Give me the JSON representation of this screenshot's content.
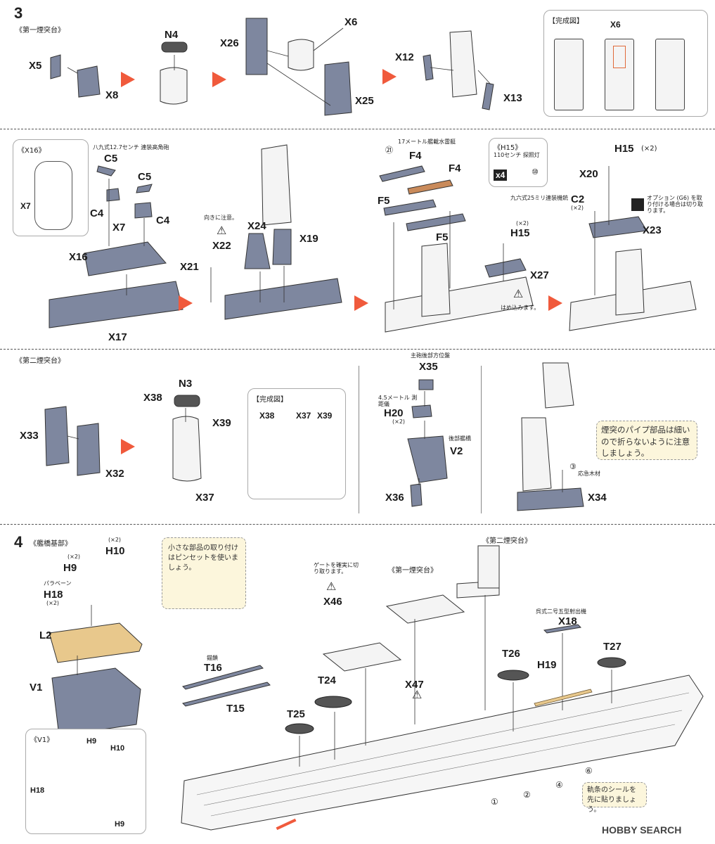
{
  "steps": [
    {
      "number": "3",
      "section": "《第一煙突台》"
    },
    {
      "number": "4",
      "section": "《艦橋基部》"
    }
  ],
  "step3_row1": {
    "parts": [
      "X5",
      "X8",
      "N4",
      "X26",
      "X6",
      "X25",
      "X12",
      "X13"
    ],
    "complete_panel": {
      "title": "【完成図】",
      "label": "X6"
    }
  },
  "step3_row2": {
    "panel_x16": {
      "title": "《X16》",
      "label": "X7"
    },
    "gun_caption": "八九式12.7センチ 連装高角砲",
    "group1": [
      "C5",
      "C5",
      "C4",
      "X7",
      "C4",
      "X16",
      "X17"
    ],
    "caution1": "向きに注意。",
    "group2": [
      "X22",
      "X24",
      "X19",
      "X21"
    ],
    "torpedo_caption": "17メートル艦載水雷艇",
    "circle21": "㉑",
    "group3": [
      "F4",
      "F4",
      "F5",
      "F5",
      "H15",
      "X27"
    ],
    "h15_qty": "(×2)",
    "fit_caption": "はめ込みます。",
    "panel_h15": {
      "title": "《H15》",
      "caption": "110センチ 探照灯",
      "qty": "x4",
      "circle": "⑩"
    },
    "group4": [
      "H15",
      "X20",
      "C2",
      "X23"
    ],
    "h15b_qty": "(×2)",
    "mg_caption": "九六式25ミリ連装機銃",
    "c2_qty": "(×2)",
    "option_caption": "オプション (G6) を取り付ける場合は切り取ります。"
  },
  "step3_row3": {
    "section": "《第二煙突台》",
    "parts": [
      "X33",
      "X32",
      "X38",
      "N3",
      "X39",
      "X37"
    ],
    "complete_panel": {
      "title": "【完成図】",
      "labels": [
        "X38",
        "X37",
        "X39"
      ]
    },
    "director_caption": "主砲後部方位盤",
    "rangefinder_caption": "4.5メートル 測距儀",
    "aft_bridge_caption": "後部艦橋",
    "parts2": [
      "X35",
      "H20",
      "V2",
      "X36"
    ],
    "h20_qty": "(×2)",
    "note": "煙突のパイプ部品は細いので折らないように注意しましょう。",
    "circle3": "③",
    "boat_caption": "応急木材",
    "x34": "X34"
  },
  "step4": {
    "h9_qty": "(×2)",
    "h10_qty": "(×2)",
    "parts_left": [
      "H9",
      "H10",
      "H18",
      "L2",
      "V1"
    ],
    "paravane_caption": "パラベーン",
    "h18_qty": "(×2)",
    "tweezer_note": "小さな部品の取り付けはピンセットを使いましょう。",
    "panel_v1": {
      "title": "《V1》",
      "labels": [
        "H9",
        "H10",
        "H18",
        "H9"
      ]
    },
    "gate_note": "ゲートを確実に切り取ります。",
    "funnel1": "《第一煙突台》",
    "funnel2": "《第二煙突台》",
    "anchor_chain": "錨鎖",
    "catapult_caption": "呉式二号五型射出機",
    "parts_right": [
      "X46",
      "T16",
      "T15",
      "X47",
      "T24",
      "T25",
      "T26",
      "X18",
      "H19",
      "T27"
    ],
    "circles": [
      "①",
      "②",
      "④",
      "⑥"
    ],
    "rail_note": "軌条のシールを先に貼りましょう。"
  },
  "watermark": "HOBBY SEARCH",
  "colors": {
    "part": "#7e879f",
    "arrow": "#f05a3c",
    "tan": "#e8c88c",
    "note": "#fcf6dc"
  }
}
